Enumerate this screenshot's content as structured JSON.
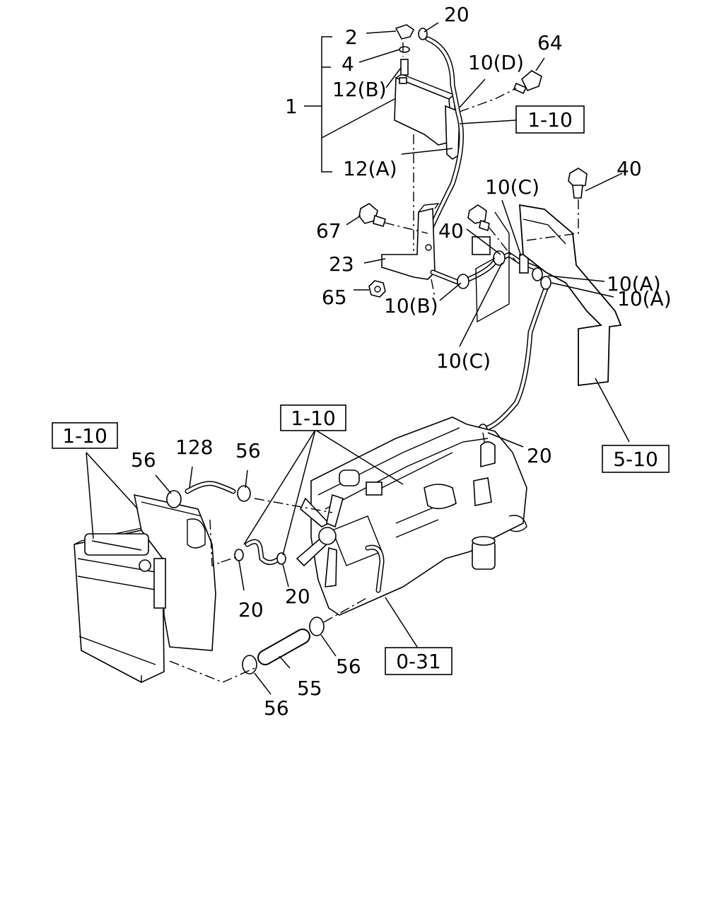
{
  "labels": {
    "l20_top": "20",
    "l2": "2",
    "l4": "4",
    "l12b": "12(B)",
    "l1": "1",
    "l64": "64",
    "l10d": "10(D)",
    "l12a": "12(A)",
    "l40_right": "40",
    "l10c_top": "10(C)",
    "l67": "67",
    "l40_mid": "40",
    "l23": "23",
    "l10a_1": "10(A)",
    "l10a_2": "10(A)",
    "l65": "65",
    "l10b": "10(B)",
    "l10c_bot": "10(C)",
    "l128": "128",
    "l56_a": "56",
    "l56_b": "56",
    "l20_mid": "20",
    "l20_left": "20",
    "l20_center": "20",
    "l56_c": "56",
    "l55": "55",
    "l56_d": "56"
  },
  "reference_boxes": {
    "ref_top": "1-10",
    "ref_center": "1-10",
    "ref_left": "1-10",
    "ref_5_10": "5-10",
    "ref_0_31": "0-31"
  }
}
